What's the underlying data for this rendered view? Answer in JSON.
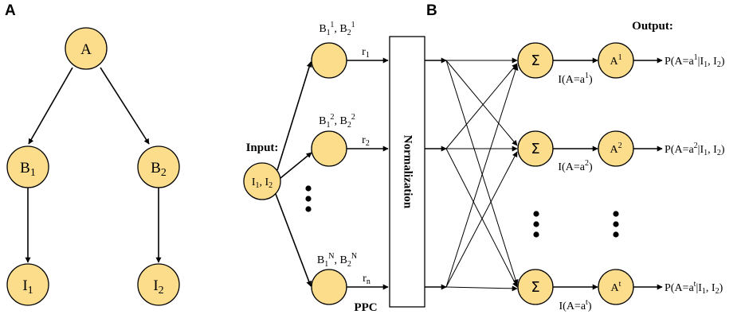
{
  "panel_a": {
    "label": "A",
    "root": "A",
    "left_mid_base": "B",
    "left_mid_sub": "1",
    "right_mid_base": "B",
    "right_mid_sub": "2",
    "left_leaf_base": "I",
    "left_leaf_sub": "1",
    "right_leaf_base": "I",
    "right_leaf_sub": "2"
  },
  "panel_b": {
    "label": "B",
    "input_title": "Input:",
    "input_node": {
      "a": "I",
      "a_sub": "1",
      "sep": ", ",
      "b": "I",
      "b_sub": "2"
    },
    "neurons": [
      {
        "b1": "B",
        "b1_sub": "1",
        "b1_sup": "1",
        "sep": ", ",
        "b2": "B",
        "b2_sub": "2",
        "b2_sup": "1",
        "r": "r",
        "r_sub": "1"
      },
      {
        "b1": "B",
        "b1_sub": "1",
        "b1_sup": "2",
        "sep": ", ",
        "b2": "B",
        "b2_sub": "2",
        "b2_sup": "2",
        "r": "r",
        "r_sub": "2"
      },
      {
        "b1": "B",
        "b1_sub": "1",
        "b1_sup": "N",
        "sep": ", ",
        "b2": "B",
        "b2_sub": "2",
        "b2_sup": "N",
        "r": "r",
        "r_sub": "n"
      }
    ],
    "ppc_label": "PPC",
    "normalization_label": "Normalization",
    "sum_symbol": "Σ",
    "output_title": "Output:",
    "outputs": [
      {
        "node": "A",
        "node_sup": "1",
        "info_pre": "I(A=a",
        "info_sup": "1",
        "info_post": ")",
        "p_pre": "P(A=a",
        "p_sup": "1",
        "p_mid": "|I",
        "p_sub1": "1",
        "p_sep": ", I",
        "p_sub2": "2",
        "p_post": ")"
      },
      {
        "node": "A",
        "node_sup": "2",
        "info_pre": "I(A=a",
        "info_sup": "2",
        "info_post": ")",
        "p_pre": "P(A=a",
        "p_sup": "2",
        "p_mid": "|I",
        "p_sub1": "1",
        "p_sep": ", I",
        "p_sub2": "2",
        "p_post": ")"
      },
      {
        "node": "A",
        "node_sup": "t",
        "info_pre": "I(A=a",
        "info_sup": "t",
        "info_post": ")",
        "p_pre": "P(A=a",
        "p_sup": "t",
        "p_mid": "|I",
        "p_sub1": "1",
        "p_sep": ", I",
        "p_sub2": "2",
        "p_post": ")"
      }
    ]
  }
}
